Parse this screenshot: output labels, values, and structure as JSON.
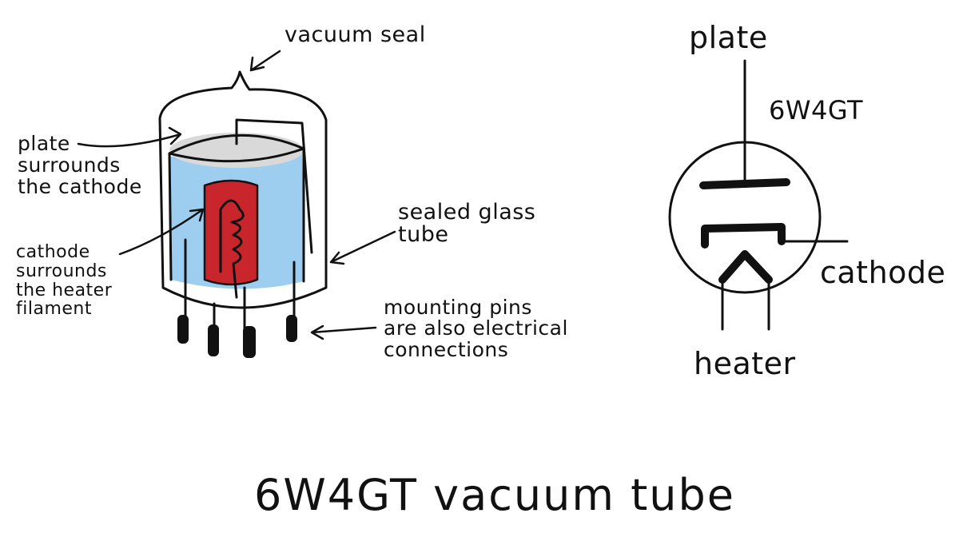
{
  "labels": {
    "vacuum_seal": "vacuum seal",
    "plate_surrounds": "plate\nsurrounds\nthe cathode",
    "cathode_surrounds": "cathode\nsurrounds\nthe heater\nfilament",
    "sealed_glass": "sealed glass\ntube",
    "mounting_pins": "mounting pins\nare also electrical\nconnections",
    "symbol_plate": "plate",
    "symbol_model": "6W4GT",
    "symbol_cathode": "cathode",
    "symbol_heater": "heater",
    "title": "6W4GT vacuum tube"
  },
  "colors": {
    "ink": "#111111",
    "glass_blue": "#8cc4ec",
    "cathode_red": "#c8262c",
    "plate_grey": "#d9d9d9"
  }
}
